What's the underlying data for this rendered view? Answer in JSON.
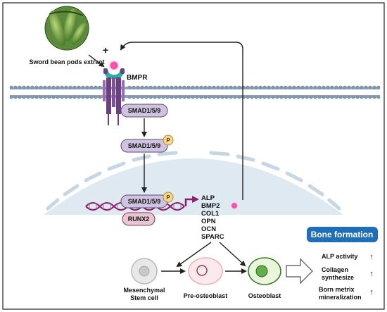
{
  "extract": {
    "label": "Sword bean pods extract",
    "plus": "+"
  },
  "receptor": {
    "label": "BMPR"
  },
  "smad": {
    "upper": "SMAD1/5/9",
    "phospho": "SMAD1/5/9",
    "nuclear": "SMAD1/5/9",
    "phospho_badge": "P"
  },
  "runx2": "RUNX2",
  "genes": [
    "ALP",
    "BMP2",
    "COL1",
    "OPN",
    "OCN",
    "SPARC"
  ],
  "cells": {
    "msc_line1": "Mesenchymal",
    "msc_line2": "Stem cell",
    "pre": "Pre-osteoblast",
    "osteo": "Osteoblast"
  },
  "bone": {
    "title": "Bone formation",
    "outcomes": [
      {
        "line1": "ALP activity",
        "line2": "",
        "arrow": "↑"
      },
      {
        "line1": "Collagen",
        "line2": "synthesize",
        "arrow": "↑"
      },
      {
        "line1": "Born metrix",
        "line2": "mineralization",
        "arrow": "↑"
      }
    ]
  },
  "colors": {
    "membrane": "#7f95ad",
    "smad_fill": "#cfc3e0",
    "smad_stroke": "#5a4a7a",
    "phospho": "#f5d78e",
    "dna": "#8a1f6a",
    "nucleus": "#dde8f1",
    "bone_header": "#1e6fb8",
    "ligand": "#ff3fa0",
    "receptor_teal": "#2bb3a0",
    "receptor_purple": "#6b3f88"
  }
}
